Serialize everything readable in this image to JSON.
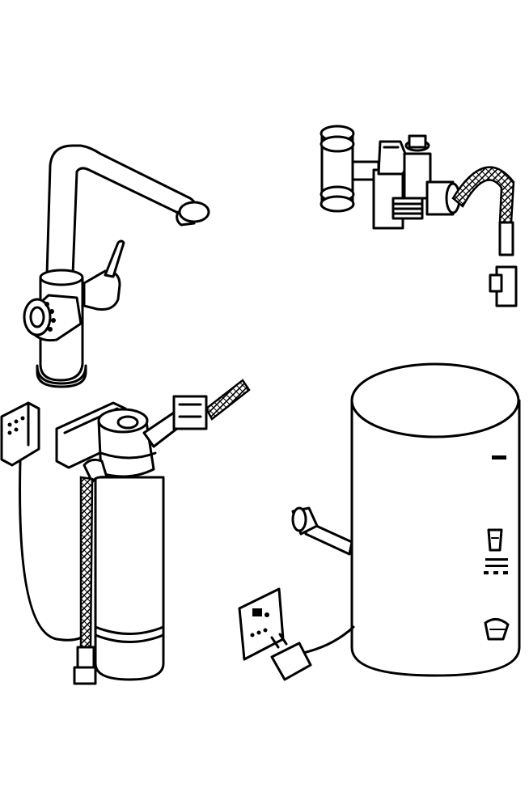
{
  "diagram": {
    "components": [
      {
        "id": "faucet",
        "icon": "kitchen-faucet-icon"
      },
      {
        "id": "mixing-valve",
        "icon": "mixing-valve-icon"
      },
      {
        "id": "filter",
        "icon": "water-filter-icon"
      },
      {
        "id": "boiler",
        "icon": "boiler-tank-icon"
      }
    ],
    "colors": {
      "line": "#000000",
      "background": "#ffffff"
    }
  }
}
